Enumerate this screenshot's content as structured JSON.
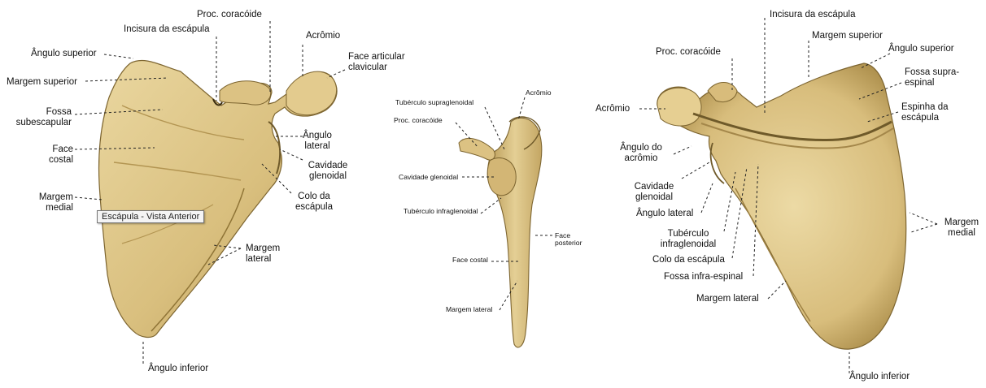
{
  "tooltip": "Escápula - Vista Anterior",
  "colors": {
    "bone_light": "#e8d49a",
    "bone_mid": "#cdb071",
    "bone_dark": "#8e7438",
    "leader": "#222222"
  },
  "anterior": {
    "angulo_superior": "Ângulo superior",
    "margem_superior": "Margem superior",
    "fossa_subescapular": "Fossa subescapular",
    "face_costal": "Face costal",
    "margem_medial": "Margem medial",
    "incisura": "Incisura da escápula",
    "proc_coracoide": "Proc. coracóide",
    "acromio": "Acrômio",
    "face_articular": "Face articular clavicular",
    "angulo_lateral": "Ângulo lateral",
    "cavidade_glenoidal": "Cavidade glenoidal",
    "colo": "Colo da escápula",
    "margem_lateral": "Margem lateral",
    "angulo_inferior": "Ângulo inferior"
  },
  "lateral": {
    "acromio": "Acrômio",
    "tuberculo_supra": "Tubérculo supraglenoidal",
    "proc_coracoide": "Proc. coracóide",
    "cavidade_glenoidal": "Cavidade glenoidal",
    "tuberculo_infra": "Tubérculo infraglenoidal",
    "face_posterior": "Face posterior",
    "face_costal": "Face costal",
    "margem_lateral": "Margem lateral"
  },
  "posterior": {
    "incisura": "Incisura da escápula",
    "margem_superior": "Margem superior",
    "angulo_superior": "Ângulo superior",
    "proc_coracoide": "Proc. coracóide",
    "fossa_supra": "Fossa supra-espinal",
    "acromio": "Acrômio",
    "espinha": "Espinha da escápula",
    "angulo_acromio": "Ângulo do acrômio",
    "cavidade_glenoidal": "Cavidade glenoidal",
    "angulo_lateral": "Ângulo lateral",
    "tuberculo_infra": "Tubérculo infraglenoidal",
    "colo": "Colo da escápula",
    "fossa_infra": "Fossa infra-espinal",
    "margem_lateral": "Margem lateral",
    "margem_medial": "Margem medial",
    "angulo_inferior": "Ângulo inferior"
  }
}
